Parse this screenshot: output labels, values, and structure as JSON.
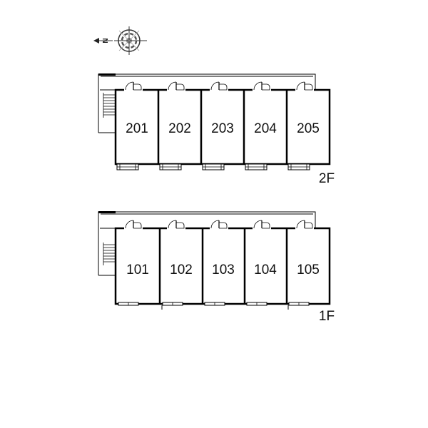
{
  "compass": {
    "north_letter": "N",
    "icon": "compass-rose-icon"
  },
  "floors": [
    {
      "label": "2F",
      "units": [
        "201",
        "202",
        "203",
        "204",
        "205"
      ]
    },
    {
      "label": "1F",
      "units": [
        "101",
        "102",
        "103",
        "104",
        "105"
      ]
    }
  ],
  "colors": {
    "line": "#000000",
    "background": "#ffffff"
  }
}
